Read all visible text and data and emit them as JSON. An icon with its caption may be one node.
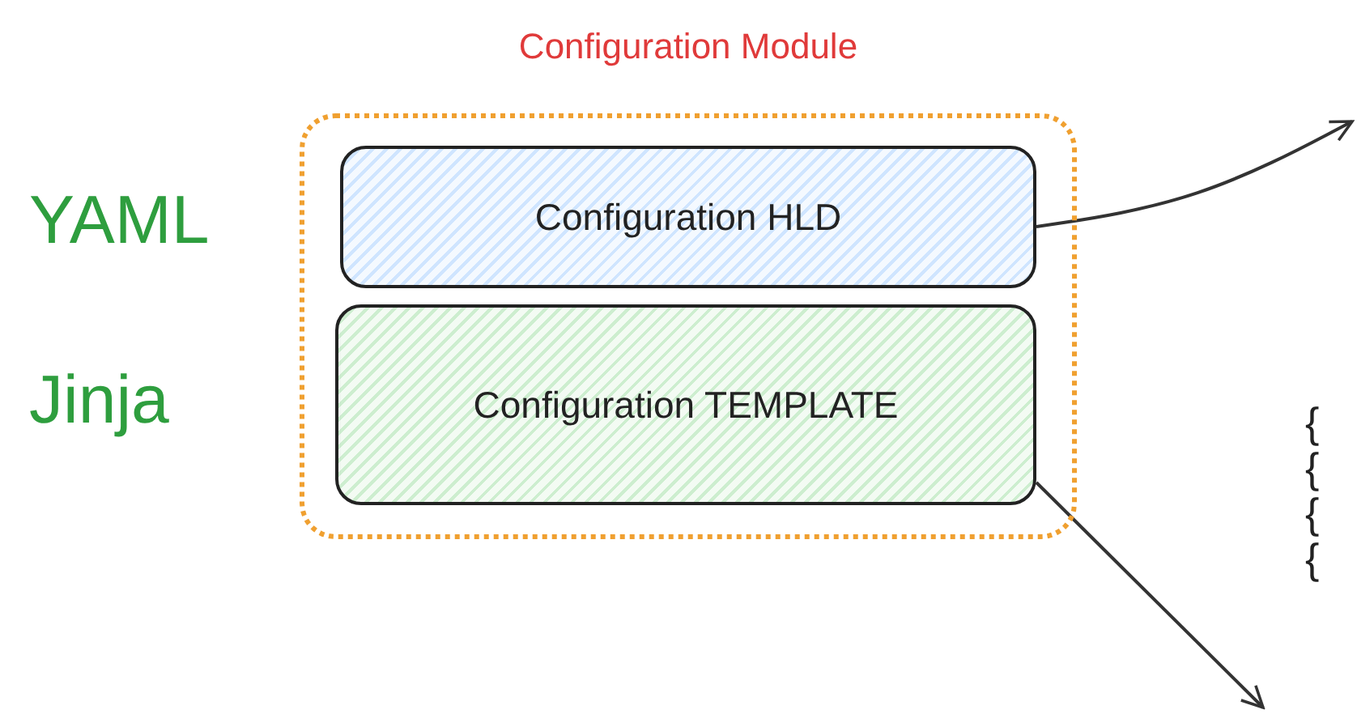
{
  "diagram": {
    "nodes": [
      {
        "text": [
          "Configuration Module"
        ]
      },
      {
        "text": [
          "Configuration HLD"
        ],
        "in": 0
      },
      {
        "text": [
          "Configuration TEMPLATE"
        ],
        "in": 0
      }
    ],
    "edges": [
      {
        "from": 1,
        "to": null,
        "arrow": "to"
      },
      {
        "from": 2,
        "to": null,
        "arrow": "to"
      }
    ],
    "labels": [
      "YAML",
      "Jinja",
      "{",
      "{",
      "{",
      "{"
    ]
  }
}
